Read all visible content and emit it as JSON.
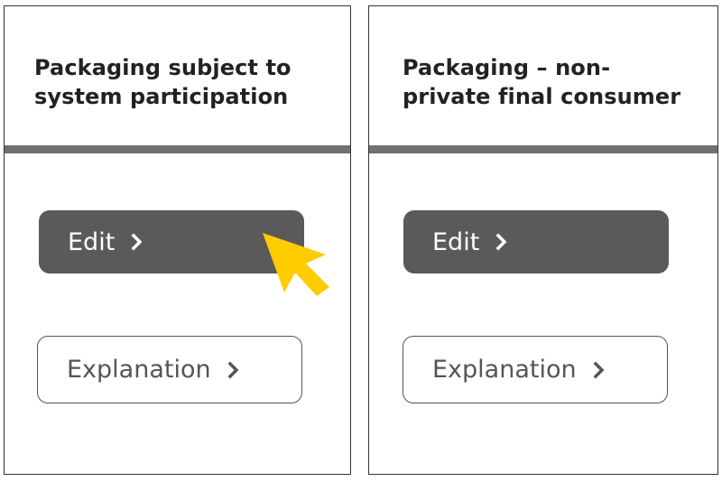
{
  "cards": [
    {
      "title": "Packaging subject to system participation",
      "edit_label": "Edit",
      "explanation_label": "Explanation"
    },
    {
      "title": "Packaging – non-private final consumer",
      "edit_label": "Edit",
      "explanation_label": "Explanation"
    }
  ],
  "icons": {
    "button_arrow": "chevron-right-icon",
    "pointer": "cursor-arrow-icon"
  },
  "colors": {
    "edit_button": "#5a5a5a",
    "divider": "#707070",
    "cursor": "#ffcc00"
  }
}
